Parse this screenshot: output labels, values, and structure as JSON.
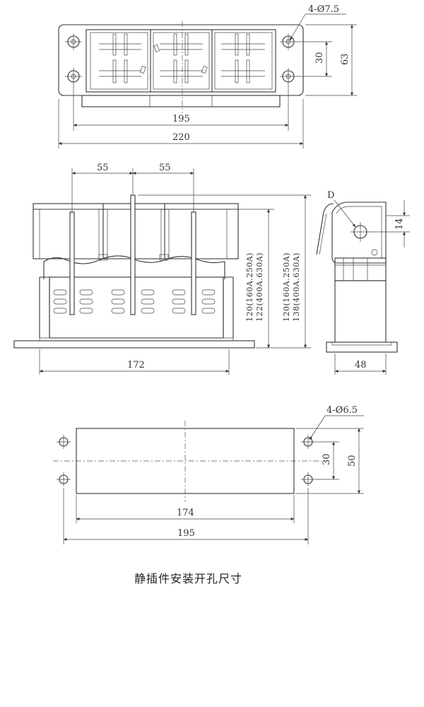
{
  "top_view": {
    "hole_label": "4-Ø7.5",
    "dim_inner_width": "195",
    "dim_outer_width": "220",
    "dim_hole_spacing": "30",
    "dim_height": "63"
  },
  "front_view": {
    "dim_pitch_left": "55",
    "dim_pitch_right": "55",
    "dim_base_width": "172",
    "height_a_line1": "120(160A.250A)",
    "height_a_line2": "122(400A.630A)",
    "height_b_line1": "120(160A.250A)",
    "height_b_line2": "138(400A.630A)"
  },
  "side_view": {
    "hole_label": "D",
    "dim_hole_offset": "14",
    "dim_base_width": "48"
  },
  "cutout_view": {
    "hole_label": "4-Ø6.5",
    "dim_cutout_width": "174",
    "dim_hole_pitch": "195",
    "dim_hole_spacing": "30",
    "dim_height": "50"
  },
  "caption": "静插件安装开孔尺寸"
}
